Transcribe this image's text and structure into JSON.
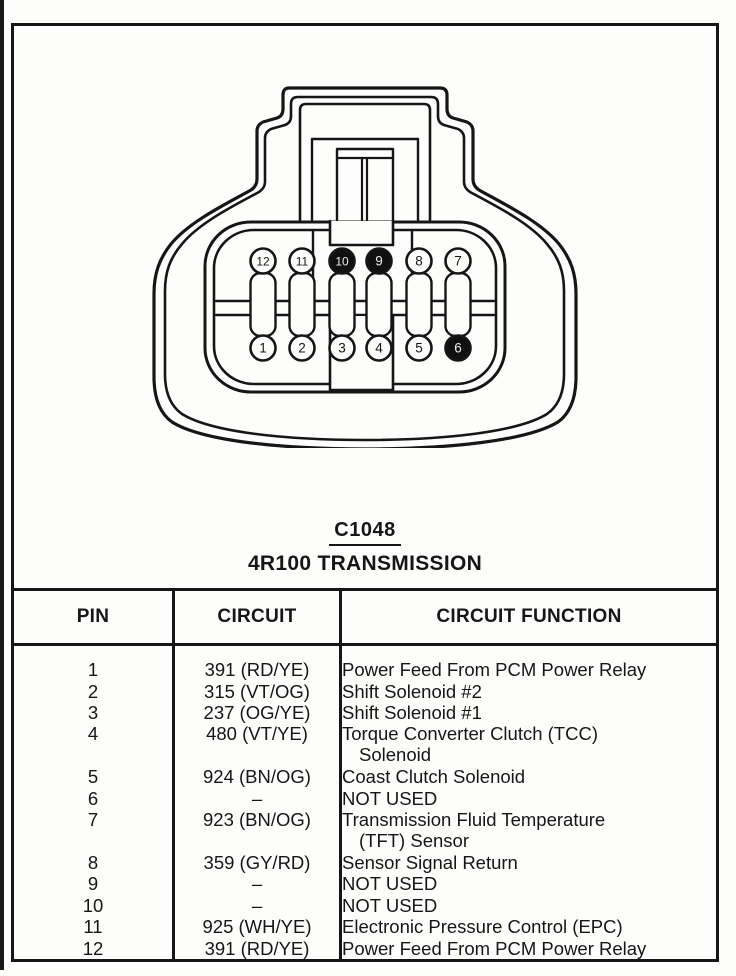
{
  "titles": {
    "connector_id": "C1048",
    "connector_name": "4R100 TRANSMISSION"
  },
  "connector": {
    "rows": [
      {
        "position": "top",
        "pins": [
          {
            "number": "12",
            "filled": false
          },
          {
            "number": "11",
            "filled": false
          },
          {
            "number": "10",
            "filled": true
          },
          {
            "number": "9",
            "filled": true
          },
          {
            "number": "8",
            "filled": false
          },
          {
            "number": "7",
            "filled": false
          }
        ]
      },
      {
        "position": "bottom",
        "pins": [
          {
            "number": "1",
            "filled": false
          },
          {
            "number": "2",
            "filled": false
          },
          {
            "number": "3",
            "filled": false
          },
          {
            "number": "4",
            "filled": false
          },
          {
            "number": "5",
            "filled": false
          },
          {
            "number": "6",
            "filled": true
          }
        ]
      }
    ]
  },
  "table": {
    "headers": [
      "PIN",
      "CIRCUIT",
      "CIRCUIT FUNCTION"
    ],
    "rows": [
      {
        "pin": "1",
        "circuit": "391 (RD/YE)",
        "function_lines": [
          "Power Feed From PCM Power Relay"
        ]
      },
      {
        "pin": "2",
        "circuit": "315 (VT/OG)",
        "function_lines": [
          "Shift Solenoid #2"
        ]
      },
      {
        "pin": "3",
        "circuit": "237 (OG/YE)",
        "function_lines": [
          "Shift Solenoid #1"
        ]
      },
      {
        "pin": "4",
        "circuit": "480 (VT/YE)",
        "function_lines": [
          "Torque Converter Clutch (TCC)",
          "Solenoid"
        ]
      },
      {
        "pin": "5",
        "circuit": "924 (BN/OG)",
        "function_lines": [
          "Coast Clutch Solenoid"
        ]
      },
      {
        "pin": "6",
        "circuit": "–",
        "function_lines": [
          "NOT USED"
        ]
      },
      {
        "pin": "7",
        "circuit": "923 (BN/OG)",
        "function_lines": [
          "Transmission Fluid Temperature",
          "(TFT) Sensor"
        ]
      },
      {
        "pin": "8",
        "circuit": "359 (GY/RD)",
        "function_lines": [
          "Sensor Signal Return"
        ]
      },
      {
        "pin": "9",
        "circuit": "–",
        "function_lines": [
          "NOT USED"
        ]
      },
      {
        "pin": "10",
        "circuit": "–",
        "function_lines": [
          "NOT USED"
        ]
      },
      {
        "pin": "11",
        "circuit": "925 (WH/YE)",
        "function_lines": [
          "Electronic Pressure Control (EPC)"
        ]
      },
      {
        "pin": "12",
        "circuit": "391 (RD/YE)",
        "function_lines": [
          "Power Feed From PCM Power Relay"
        ]
      }
    ]
  },
  "colors": {
    "ink": "#161616",
    "paper": "#fdfdfc",
    "filled_pin": "#101010",
    "filled_pin_text": "#ededed"
  }
}
